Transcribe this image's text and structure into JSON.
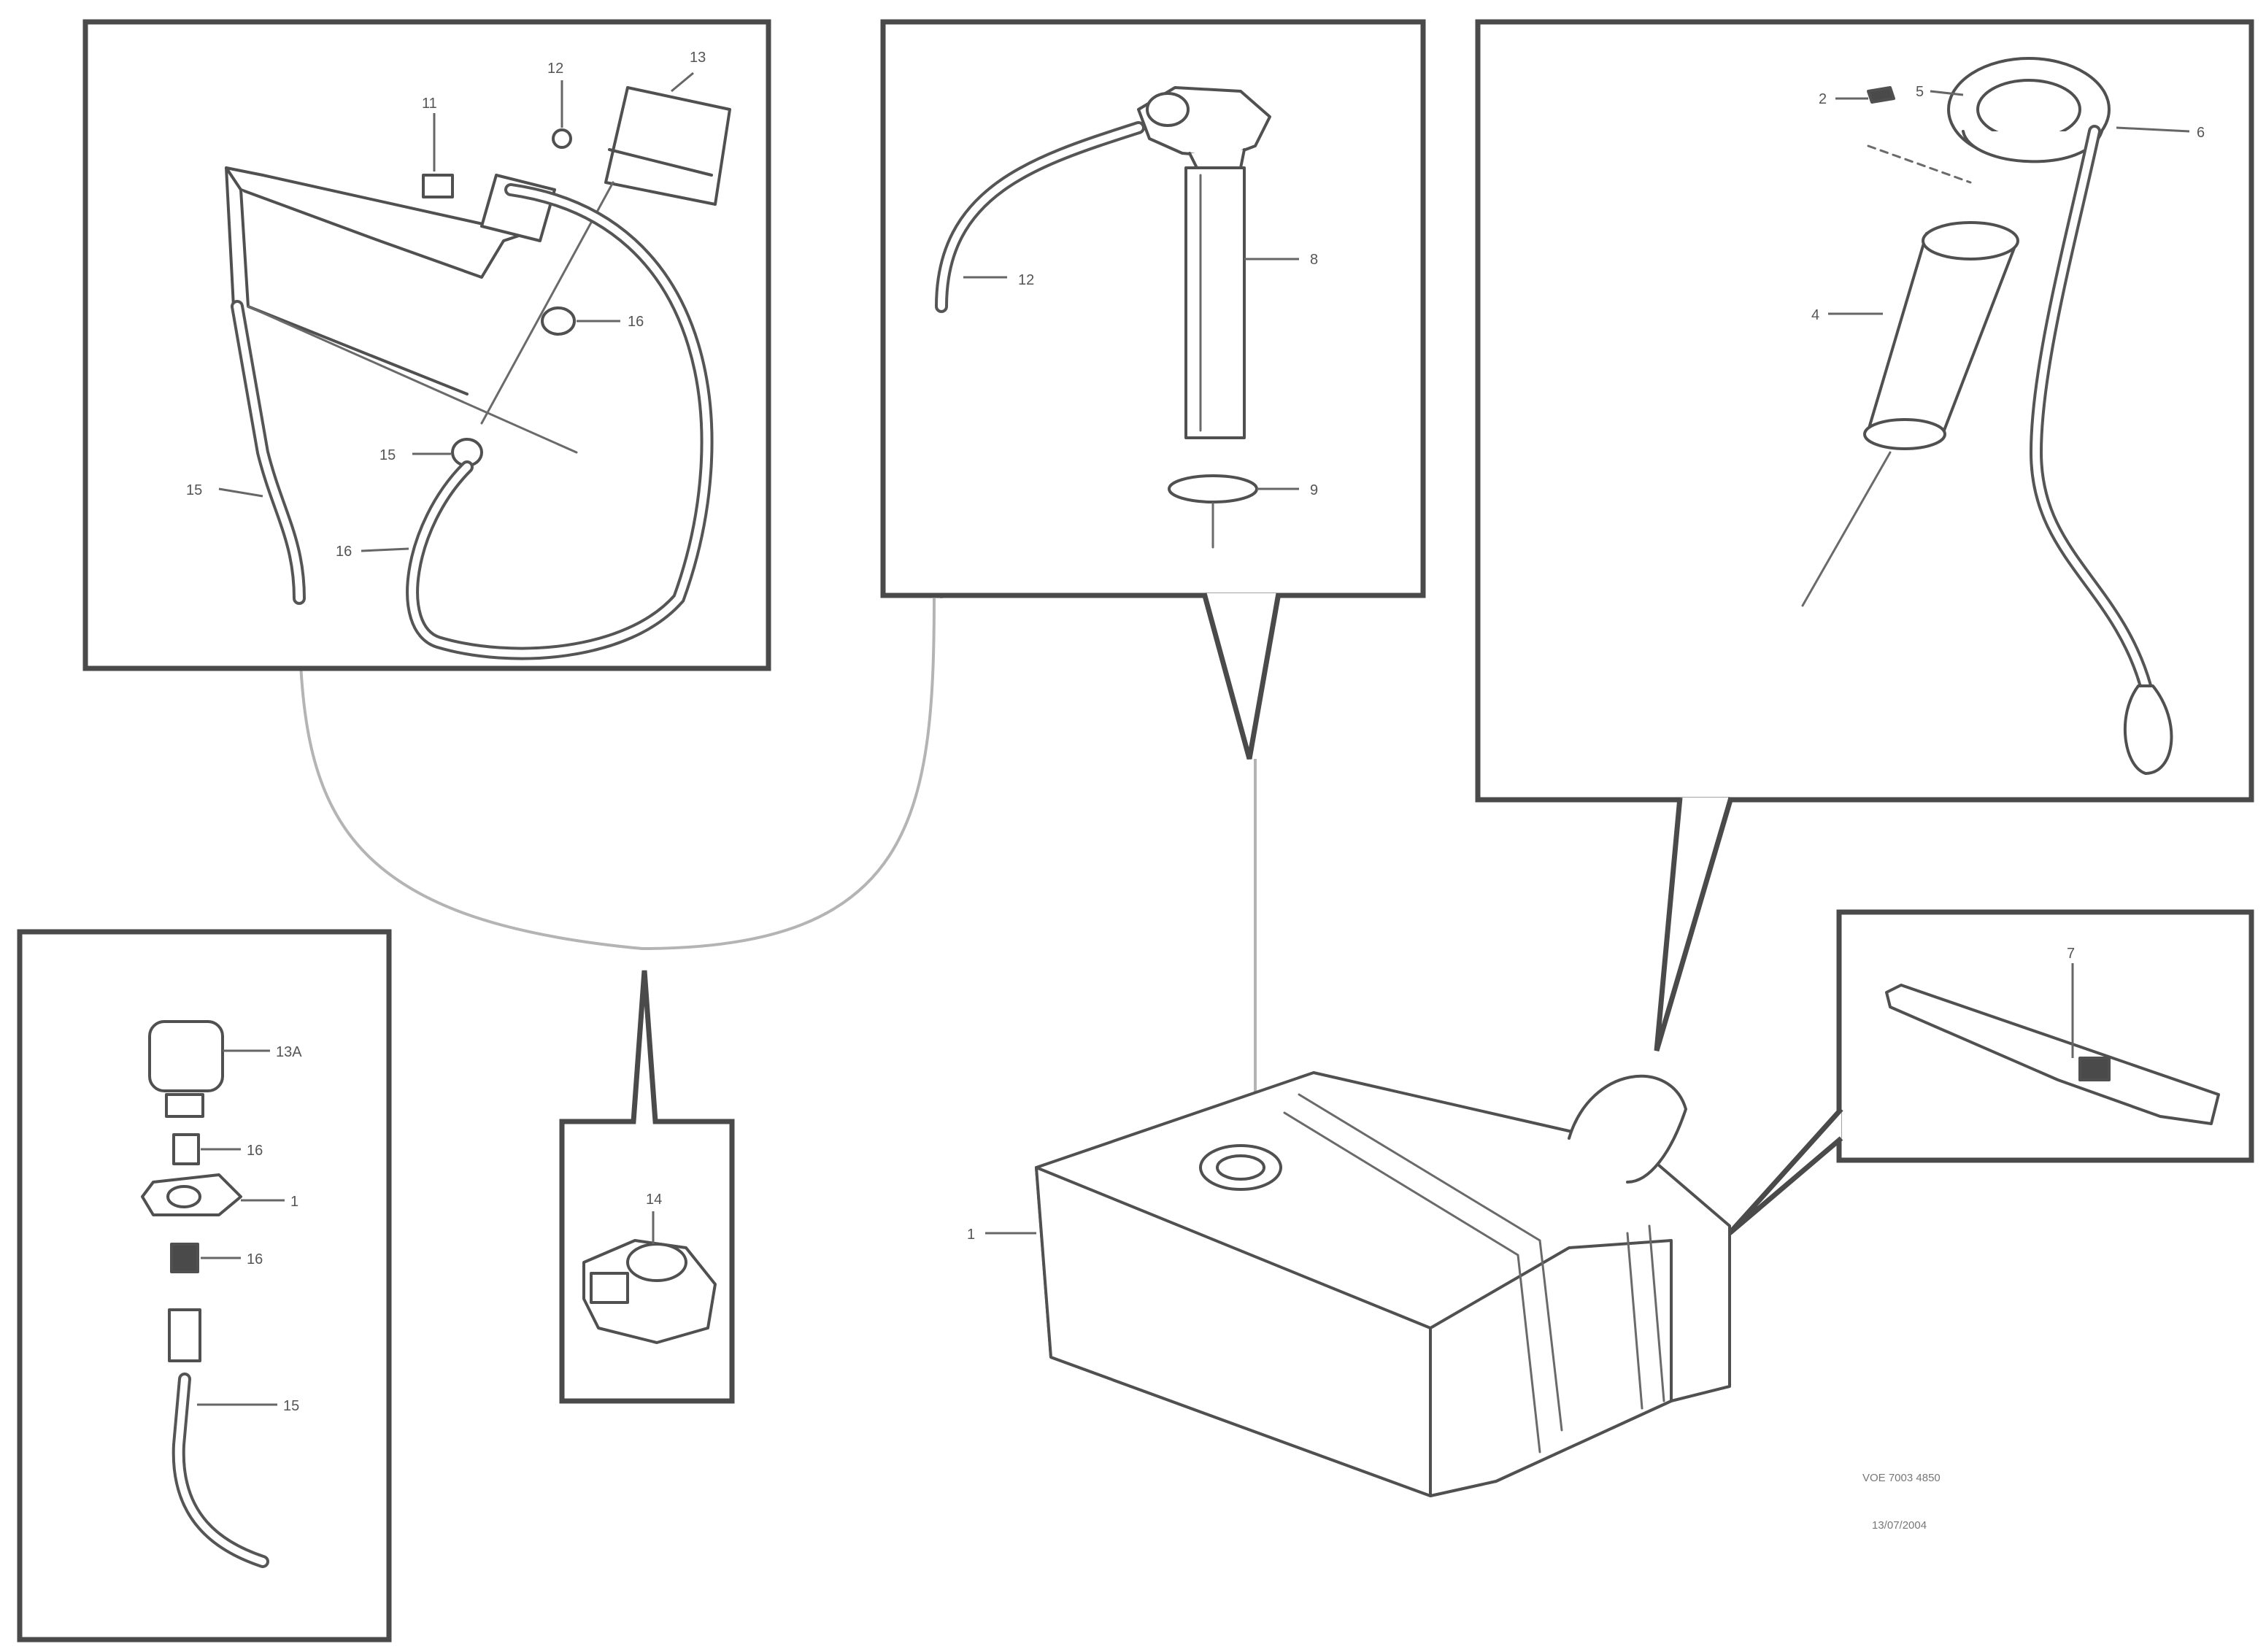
{
  "labels": {
    "top_left": {
      "hose_left": "15",
      "filter_cap": "13",
      "clamp_top": "11",
      "bolt_top": "12",
      "bushing_mid": "16",
      "bushing_low": "15",
      "hose_loop": "16"
    },
    "top_center": {
      "hose": "12",
      "sender_tube": "8",
      "o_ring": "9"
    },
    "top_right": {
      "screw": "2",
      "cap": "5",
      "cap_lock": "6",
      "strainer": "4"
    },
    "bottom_left": {
      "cap": "13A",
      "nipple": "16",
      "tee": "1",
      "nut": "16",
      "elbow_hose": "15"
    },
    "bottom_center": {
      "valve": "14"
    },
    "bottom_right": {
      "strap": "7"
    },
    "main": {
      "tank": "1"
    }
  },
  "reference": {
    "line1": "VOE 7003 4850",
    "line2": "13/07/2004"
  }
}
